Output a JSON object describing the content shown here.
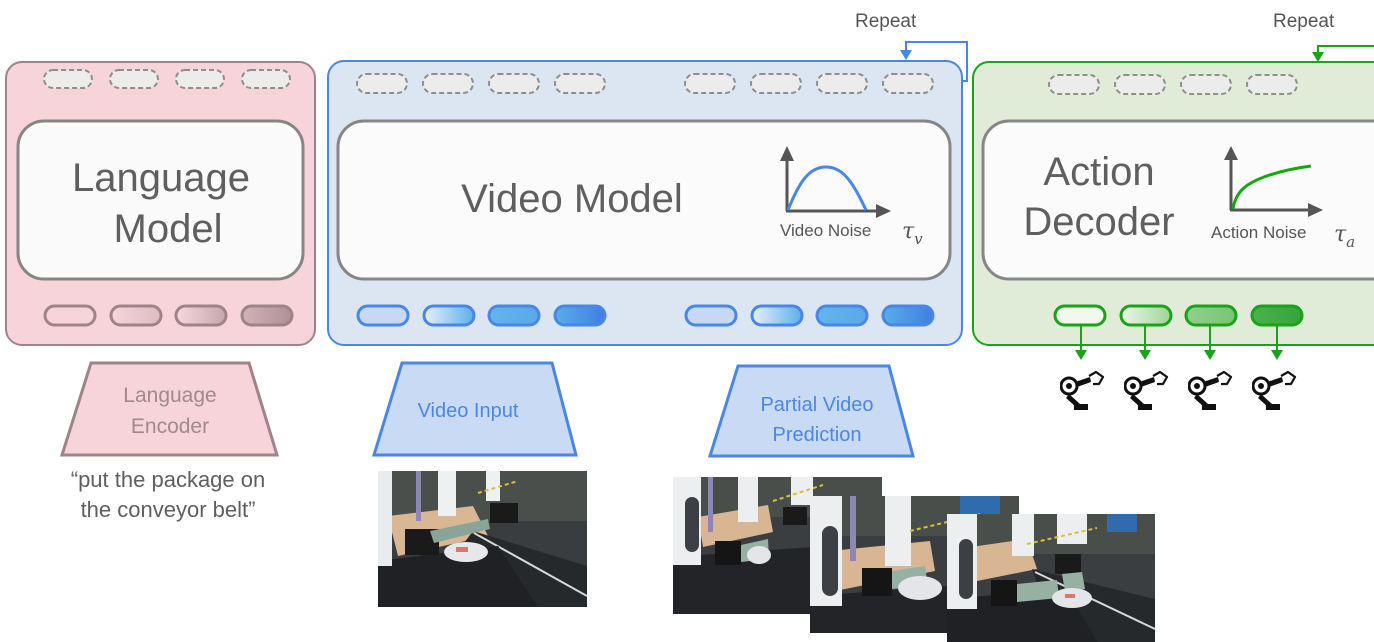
{
  "diagram": {
    "language_module": {
      "title_line1": "Language",
      "title_line2": "Model",
      "encoder_line1": "Language",
      "encoder_line2": "Encoder",
      "prompt_line1": "“put the package on",
      "prompt_line2": "the conveyor belt”",
      "colors": {
        "fill": "#f7d3da",
        "border": "#9e8489",
        "inner_fill": "#fbfafa",
        "inner_border": "#868686",
        "text": "#666666",
        "encoder_text": "#a08a8e"
      }
    },
    "video_module": {
      "title": "Video Model",
      "noise_label": "Video Noise",
      "tau_symbol": "τ",
      "tau_subscript": "v",
      "repeat_label": "Repeat",
      "input_label": "Video Input",
      "prediction_line1": "Partial Video",
      "prediction_line2": "Prediction",
      "colors": {
        "fill": "#dbe6f2",
        "border": "#4a87e3",
        "curve": "#4a87e3",
        "encoder_fill": "#c9daf5",
        "encoder_text": "#4a87e3"
      }
    },
    "action_module": {
      "title_line1": "Action",
      "title_line2": "Decoder",
      "noise_label": "Action Noise",
      "tau_symbol": "τ",
      "tau_subscript": "a",
      "repeat_label": "Repeat",
      "output_icon": "robot-arm-icon",
      "output_count": 4,
      "colors": {
        "fill": "#e1ecd8",
        "border": "#1aa31a",
        "curve": "#12a812"
      }
    },
    "token_placeholder_color": "#8e8e8e",
    "frames": {
      "input_frame_count": 1,
      "prediction_frame_count": 3
    }
  }
}
